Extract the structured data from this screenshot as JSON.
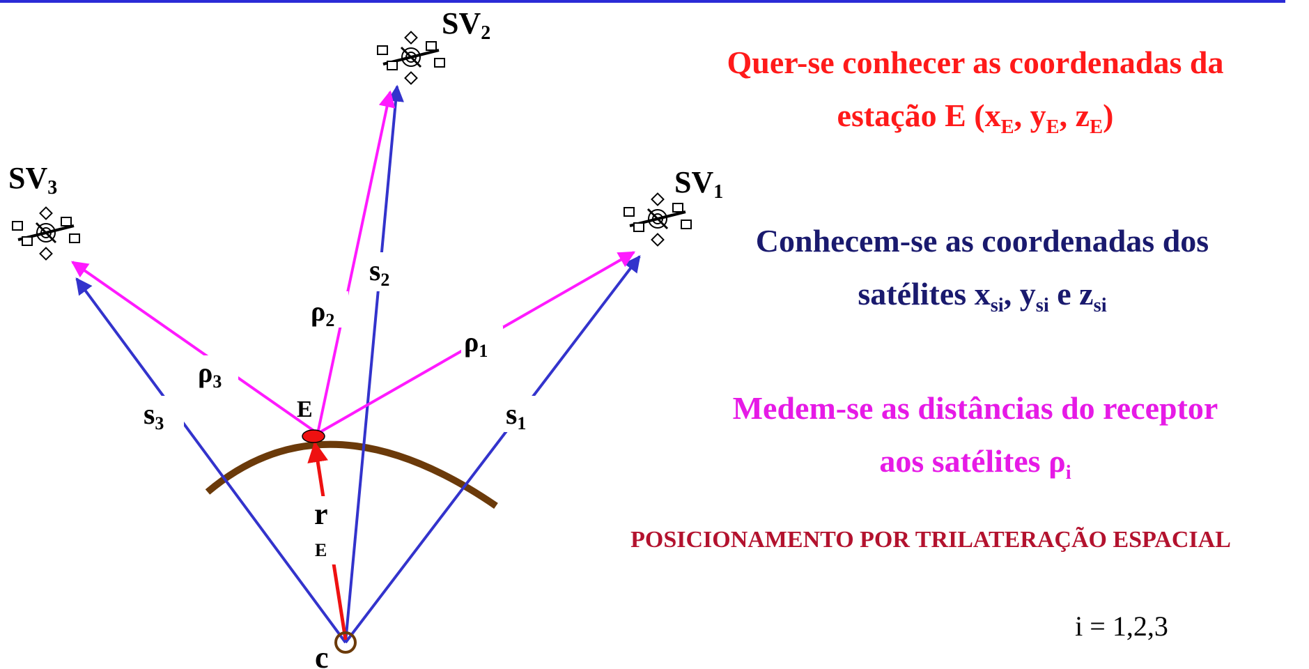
{
  "labels": {
    "sv1": "SV",
    "sv1_sub": "1",
    "sv2": "SV",
    "sv2_sub": "2",
    "sv3": "SV",
    "sv3_sub": "3",
    "rho": "ρ",
    "rho1_sub": "1",
    "rho2_sub": "2",
    "rho3_sub": "3",
    "s": "s",
    "s1_sub": "1",
    "s2_sub": "2",
    "s3_sub": "3",
    "E": "E",
    "r": "r",
    "rE_sub": "E",
    "c": "c"
  },
  "text": {
    "known_line1": "Quer-se conhecer as coordenadas da",
    "known_line2_a": "estação E (x",
    "known_sub": "E",
    "known_line2_b": ", y",
    "known_line2_c": ", z",
    "known_line2_d": ")",
    "sats_line1": "Conhecem-se as coordenadas dos",
    "sats_line2_a": "satélites x",
    "sats_sub": "si",
    "sats_line2_b": ", y",
    "sats_line2_c": " e z",
    "meas_line1": "Medem-se as distâncias do receptor",
    "meas_line2_a": "aos satélites ρ",
    "meas_sub": "i",
    "title": "POSICIONAMENTO POR TRILATERAÇÃO ESPACIAL",
    "index": "i = 1,2,3"
  },
  "colors": {
    "satellite_vector": "#3333cc",
    "range_vector": "#ff1aff",
    "position_vector": "#ee1111",
    "earth_arc": "#6b3a0a",
    "known_text": "#ff1a1a",
    "sats_text": "#1a1a6e",
    "meas_text": "#e61ae6",
    "title_text": "#b3122e"
  },
  "icons": [
    "satellite-icon"
  ]
}
